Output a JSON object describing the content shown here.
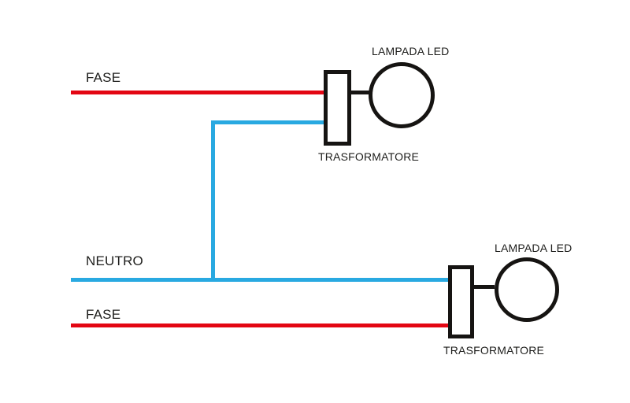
{
  "diagram": {
    "description": "LED lamp wiring diagram with transformers",
    "colors": {
      "phase": "#e30613",
      "neutral": "#29a9e1",
      "outline": "#161412",
      "text": "#1d1d1b",
      "background": "#ffffff"
    },
    "top_circuit": {
      "phase_label": "FASE",
      "lamp_label": "LAMPADA LED",
      "transformer_label": "TRASFORMATORE"
    },
    "bottom_circuit": {
      "neutral_label": "NEUTRO",
      "phase_label": "FASE",
      "lamp_label": "LAMPADA LED",
      "transformer_label": "TRASFORMATORE"
    }
  }
}
